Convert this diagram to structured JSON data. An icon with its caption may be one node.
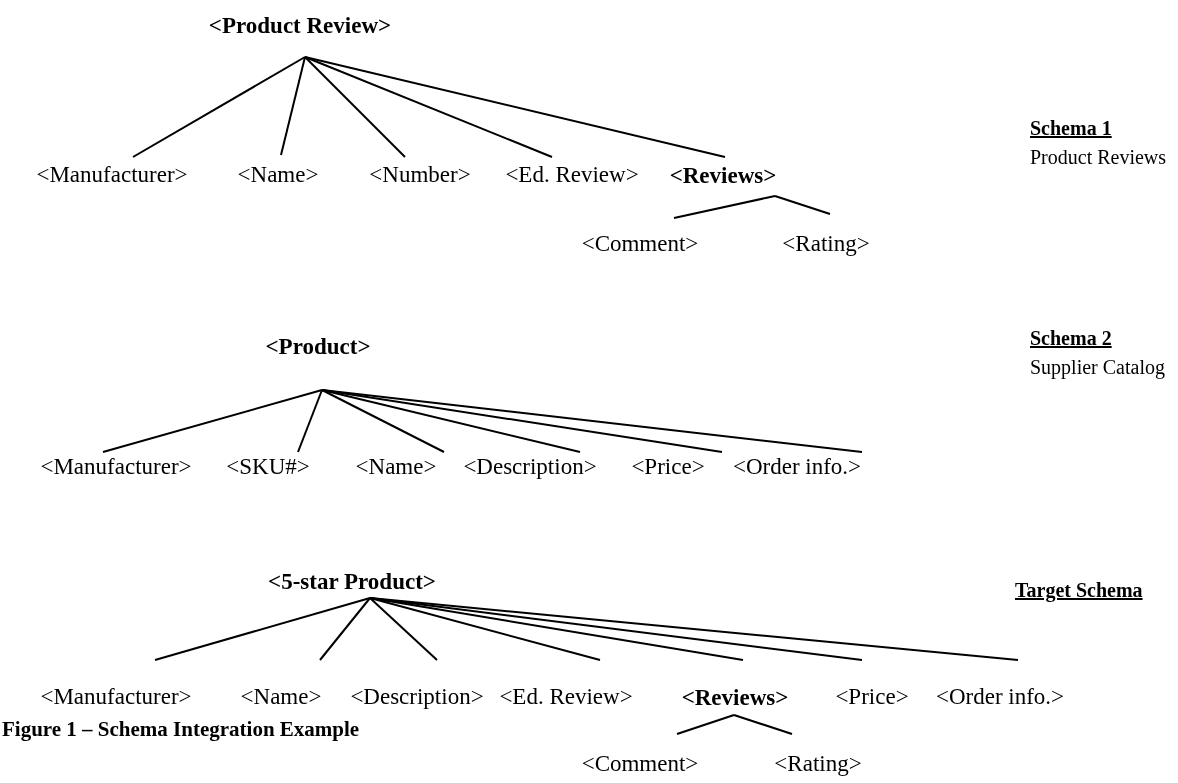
{
  "diagram": {
    "caption": "Figure 1 – Schema Integration Example",
    "nodes": [
      {
        "text": [
          "<Product Review>"
        ]
      },
      {
        "text": [
          "<Manufacturer>"
        ]
      },
      {
        "text": [
          "<Name>"
        ]
      },
      {
        "text": [
          "<Number>"
        ]
      },
      {
        "text": [
          "<Ed. Review>"
        ]
      },
      {
        "text": [
          "<Reviews>"
        ]
      },
      {
        "text": [
          "<Comment>"
        ]
      },
      {
        "text": [
          "<Rating>"
        ]
      },
      {
        "text": [
          "<Product>"
        ]
      },
      {
        "text": [
          "<Manufacturer>"
        ]
      },
      {
        "text": [
          "<SKU#>"
        ]
      },
      {
        "text": [
          "<Name>"
        ]
      },
      {
        "text": [
          "<Description>"
        ]
      },
      {
        "text": [
          "<Price>"
        ]
      },
      {
        "text": [
          "<Order info.>"
        ]
      },
      {
        "text": [
          "<**5-star Product**>"
        ]
      },
      {
        "text": [
          "<Manufacturer>"
        ]
      },
      {
        "text": [
          "<Name>"
        ]
      },
      {
        "text": [
          "<Description>"
        ]
      },
      {
        "text": [
          "<Ed. Review>"
        ]
      },
      {
        "text": [
          "<Reviews>"
        ]
      },
      {
        "text": [
          "<Price>"
        ]
      },
      {
        "text": [
          "<Order info.>"
        ]
      },
      {
        "text": [
          "<Comment>"
        ]
      },
      {
        "text": [
          "<Rating>"
        ]
      }
    ],
    "edges": [
      {
        "from": 0,
        "to": 1,
        "arrow": "none"
      },
      {
        "from": 0,
        "to": 2,
        "arrow": "none"
      },
      {
        "from": 0,
        "to": 3,
        "arrow": "none"
      },
      {
        "from": 0,
        "to": 4,
        "arrow": "none"
      },
      {
        "from": 0,
        "to": 5,
        "arrow": "none"
      },
      {
        "from": 5,
        "to": 6,
        "arrow": "none"
      },
      {
        "from": 5,
        "to": 7,
        "arrow": "none"
      },
      {
        "from": 8,
        "to": 9,
        "arrow": "none"
      },
      {
        "from": 8,
        "to": 10,
        "arrow": "none"
      },
      {
        "from": 8,
        "to": 11,
        "arrow": "none"
      },
      {
        "from": 8,
        "to": 12,
        "arrow": "none"
      },
      {
        "from": 8,
        "to": 13,
        "arrow": "none"
      },
      {
        "from": 8,
        "to": 14,
        "arrow": "none"
      },
      {
        "from": 15,
        "to": 16,
        "arrow": "none"
      },
      {
        "from": 15,
        "to": 17,
        "arrow": "none"
      },
      {
        "from": 15,
        "to": 18,
        "arrow": "none"
      },
      {
        "from": 15,
        "to": 19,
        "arrow": "none"
      },
      {
        "from": 15,
        "to": 20,
        "arrow": "none"
      },
      {
        "from": 15,
        "to": 21,
        "arrow": "none"
      },
      {
        "from": 15,
        "to": 22,
        "arrow": "none"
      },
      {
        "from": 20,
        "to": 23,
        "arrow": "none"
      },
      {
        "from": 20,
        "to": 24,
        "arrow": "none"
      }
    ],
    "labels": [
      "Schema 1",
      "Product Reviews",
      "Schema 2",
      "Supplier Catalog",
      "Target Schema"
    ]
  }
}
